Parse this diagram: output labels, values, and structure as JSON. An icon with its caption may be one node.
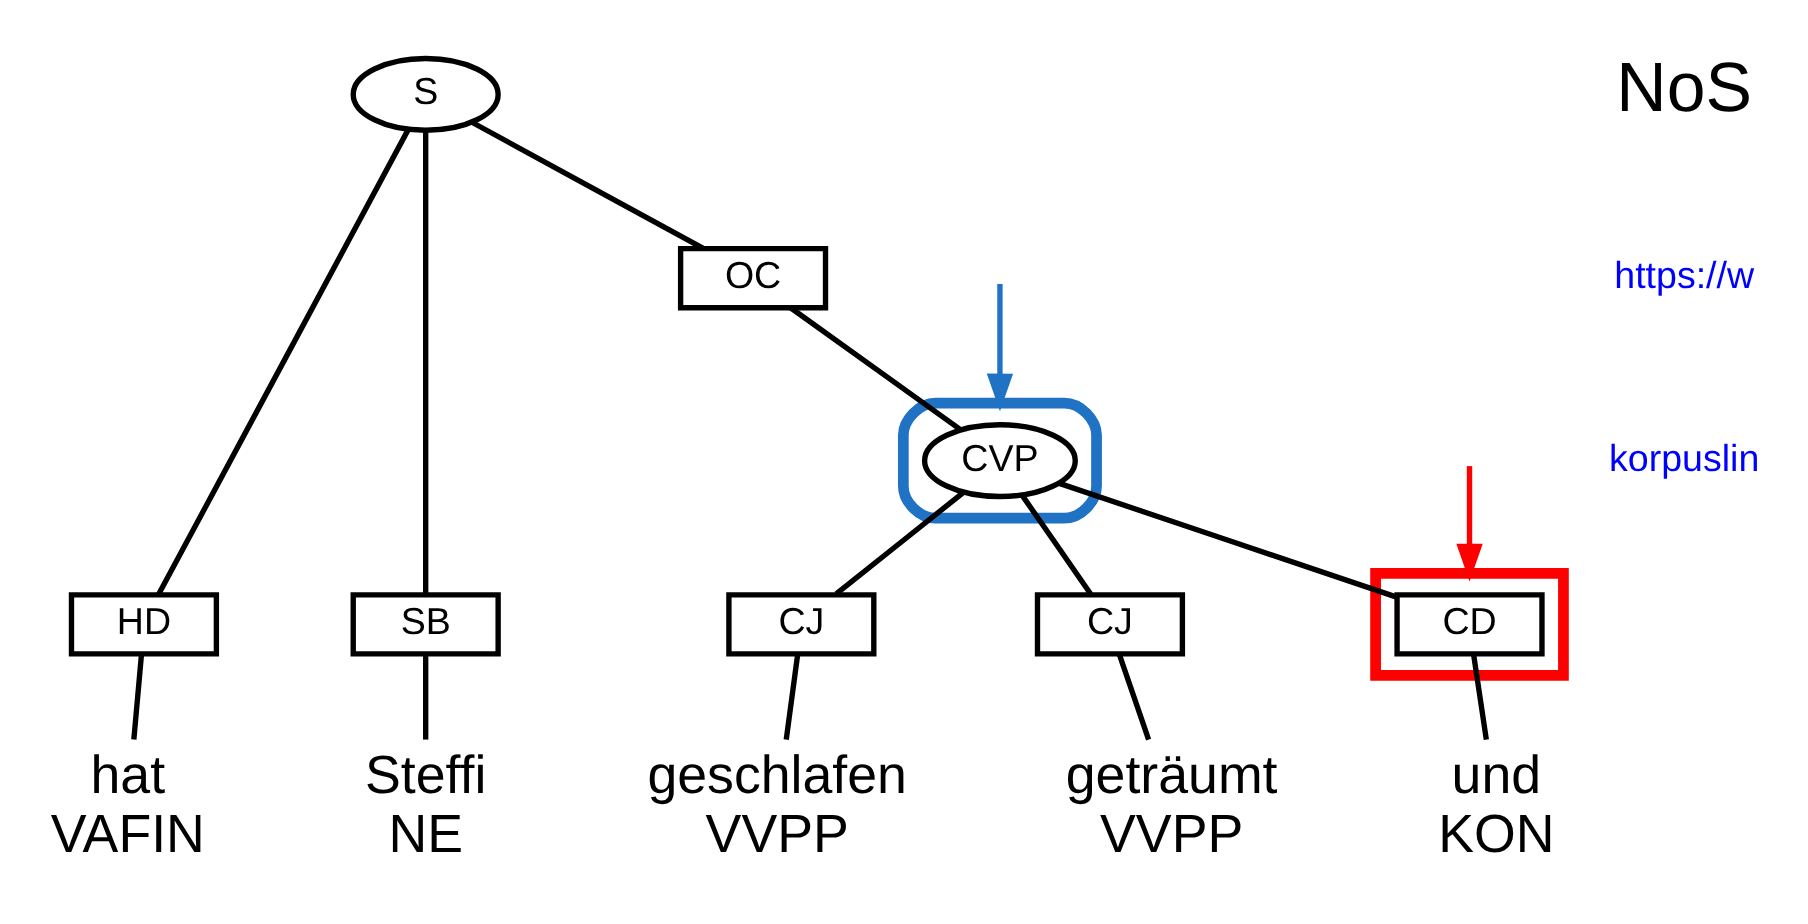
{
  "diagram": {
    "nodes": [
      {
        "text": [
          "S"
        ]
      },
      {
        "text": [
          "SB"
        ]
      },
      {
        "text": [
          "HD"
        ]
      },
      {
        "text": [
          "OC"
        ]
      },
      {
        "text": [],
        "shape": "ellipse"
      },
      {
        "text": [
          "CVP"
        ],
        "in": 4
      },
      {
        "text": [
          "CJ"
        ]
      },
      {
        "text": [],
        "shape": "box"
      },
      {
        "text": [
          "CD"
        ],
        "in": 7
      },
      {
        "text": [
          "CJ"
        ]
      },
      {
        "text": [
          "Steffi",
          "NE"
        ]
      },
      {
        "text": [
          "hat",
          "VAFIN"
        ]
      },
      {
        "text": [
          "geschlafen",
          "VVPP"
        ]
      },
      {
        "text": [
          "und",
          "KON"
        ]
      },
      {
        "text": [
          "geträumt",
          "VVPP"
        ]
      }
    ],
    "edges": [
      {
        "from": 0,
        "to": 1,
        "arrow": "none"
      },
      {
        "from": 0,
        "to": 2,
        "arrow": "none"
      },
      {
        "from": 0,
        "to": 3,
        "arrow": "none"
      },
      {
        "from": 1,
        "to": 10,
        "arrow": "none"
      },
      {
        "from": 2,
        "to": 11,
        "arrow": "none"
      },
      {
        "from": 3,
        "to": 5,
        "arrow": "none"
      },
      {
        "from": 5,
        "to": 6,
        "arrow": "none"
      },
      {
        "from": 5,
        "to": 8,
        "arrow": "none"
      },
      {
        "from": 5,
        "to": 9,
        "arrow": "none"
      },
      {
        "from": 6,
        "to": 12,
        "arrow": "none"
      },
      {
        "from": 8,
        "to": 13,
        "arrow": "none"
      },
      {
        "from": 9,
        "to": 14,
        "arrow": "none"
      },
      {
        "from": null,
        "to": 4,
        "arrow": "to",
        "color": "#1f72c4"
      },
      {
        "from": null,
        "to": 7,
        "arrow": "to",
        "color": "#ff0000"
      }
    ],
    "labels": [
      "NoS",
      "https://w",
      "korpuslin"
    ]
  }
}
